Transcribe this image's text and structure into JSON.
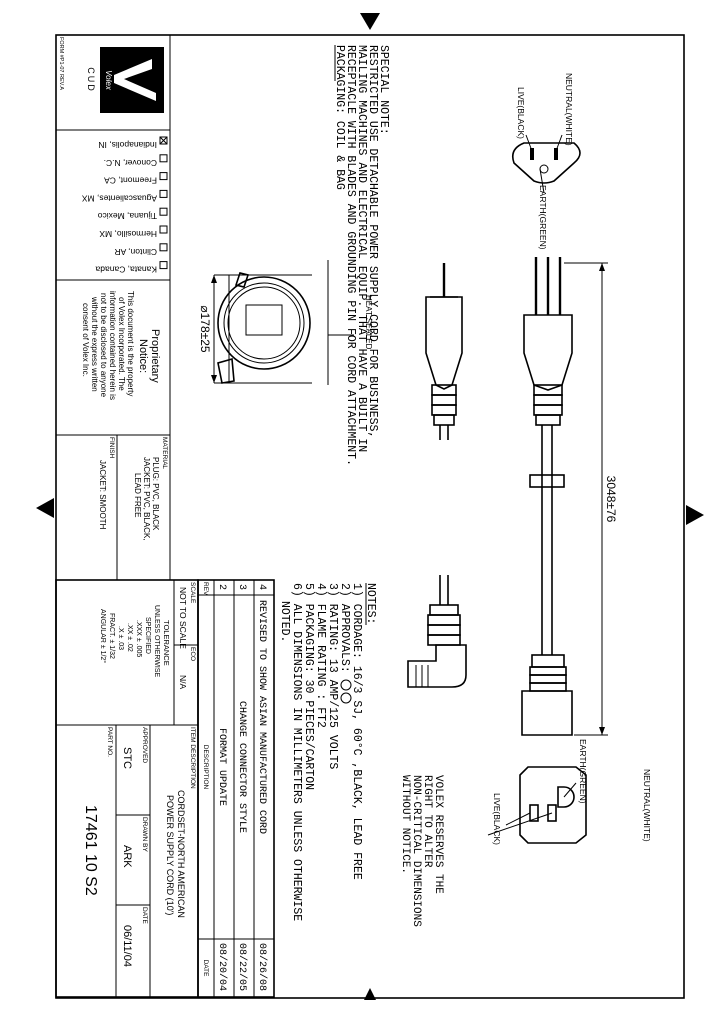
{
  "special_note": {
    "heading": "SPECIAL NOTE:",
    "lines": [
      "RESTRICTED USE DETACHABLE POWER SUPPLY CORD FOR BUSINESS,",
      "MAILING MACHINES AND ELECTRICAL EQUIP. THAT HAVE A BUILT IN",
      "RECEPTACLE WITH BLADES AND GROUNDING PIN FOR CORD ATTACHMENT."
    ],
    "packaging": "PACKAGING: COIL & BAG"
  },
  "plug_face": {
    "neutral": "NEUTRAL(WHITE)",
    "live": "LIVE(BLACK)",
    "earth": "EARTH(GREEN)"
  },
  "receptacle_face": {
    "earth": "EARTH(GREEN)",
    "neutral": "NEUTRAL(WHITE)",
    "live": "LIVE(BLACK)"
  },
  "dimensions": {
    "cord_length": "3048±76",
    "coil_diameter": "⌀178±25"
  },
  "heat_sealed": "HEAT SEALED",
  "reserves_note": [
    "VOLEX RESERVES THE",
    "RIGHT TO ALTER",
    "NON-CRITICAL DIMENSIONS",
    "WITHOUT NOTICE."
  ],
  "notes": {
    "heading": "NOTES:",
    "items": [
      "1) CORDAGE: 16/3 SJ, 60°C ,BLACK, LEAD FREE",
      "2) APPROVALS:",
      "3) RATING: 13 AMP/125 VOLTS",
      "4) FLAME RATING : FT2",
      "5) PACKAGING: 30 PIECES/CARTON",
      "6) ALL DIMENSIONS IN MILLIMETERS UNLESS OTHERWISE",
      "NOTED."
    ]
  },
  "revisions": [
    {
      "rev": "4",
      "description": "REVISED TO SHOW ASIAN MANUFACTURED CORD",
      "date": "08/26/08"
    },
    {
      "rev": "3",
      "description": "CHANGE CONNECTOR STYLE",
      "date": "08/22/05"
    },
    {
      "rev": "2",
      "description": "FORMAT UPDATE",
      "date": "08/20/04"
    }
  ],
  "revision_header": {
    "rev": "REV",
    "description": "DESCRIPTION",
    "date": "DATE"
  },
  "scale": {
    "label": "SCALE",
    "value": "NOT TO SCALE",
    "eco_label": "ECO",
    "eco_value": "N/A"
  },
  "tolerance": {
    "title": "TOLERANCE",
    "lines": [
      "UNLESS OTHERWISE",
      "SPECIFIED",
      ".XXX ± .005",
      ".XX ± .02",
      ".X ± .03",
      "FRACT. ± 1/32",
      "ANGULAR ± 1/2°"
    ]
  },
  "item_description": {
    "label": "ITEM DESCRIPTION",
    "lines": [
      "CORDSET-NORTH AMERICAN",
      "POWER SUPPLY CORD (10')"
    ]
  },
  "approved": {
    "label": "APPROVED",
    "value": "STC"
  },
  "drawn_by": {
    "label": "DRAWN BY",
    "value": "ARK"
  },
  "date": {
    "label": "DATE",
    "value": "06/11/04"
  },
  "part_no": {
    "label": "PART NO.",
    "value": "17461 10 S2"
  },
  "material": {
    "label": "MATERIAL",
    "lines": [
      "PLUG: PVC, BLACK",
      "JACKET: PVC, BLACK,",
      "LEAD FREE"
    ]
  },
  "finish": {
    "label": "FINISH",
    "value": "JACKET: SMOOTH"
  },
  "proprietary": {
    "title": "Proprietary",
    "subtitle": "Notice:",
    "lines": [
      "This document is the property",
      "of Volex Incorporated. The",
      "information contained herein is",
      "not to be disclosed to anyone",
      "without the express written",
      "consent of Volex Inc."
    ]
  },
  "locations": [
    {
      "name": "Indianapolis, IN",
      "checked": true
    },
    {
      "name": "Conover, N.C.",
      "checked": false
    },
    {
      "name": "Freemont, CA",
      "checked": false
    },
    {
      "name": "Aguascalientes, MX",
      "checked": false
    },
    {
      "name": "Tijuana, Mexico",
      "checked": false
    },
    {
      "name": "Hermosillo, MX",
      "checked": false
    },
    {
      "name": "Clinton, AR",
      "checked": false
    },
    {
      "name": "Kanata, Canada",
      "checked": false
    }
  ],
  "logo": {
    "brand": "Volex",
    "division": "CUD"
  },
  "form_number": "FORM #P1-07 REV.A"
}
